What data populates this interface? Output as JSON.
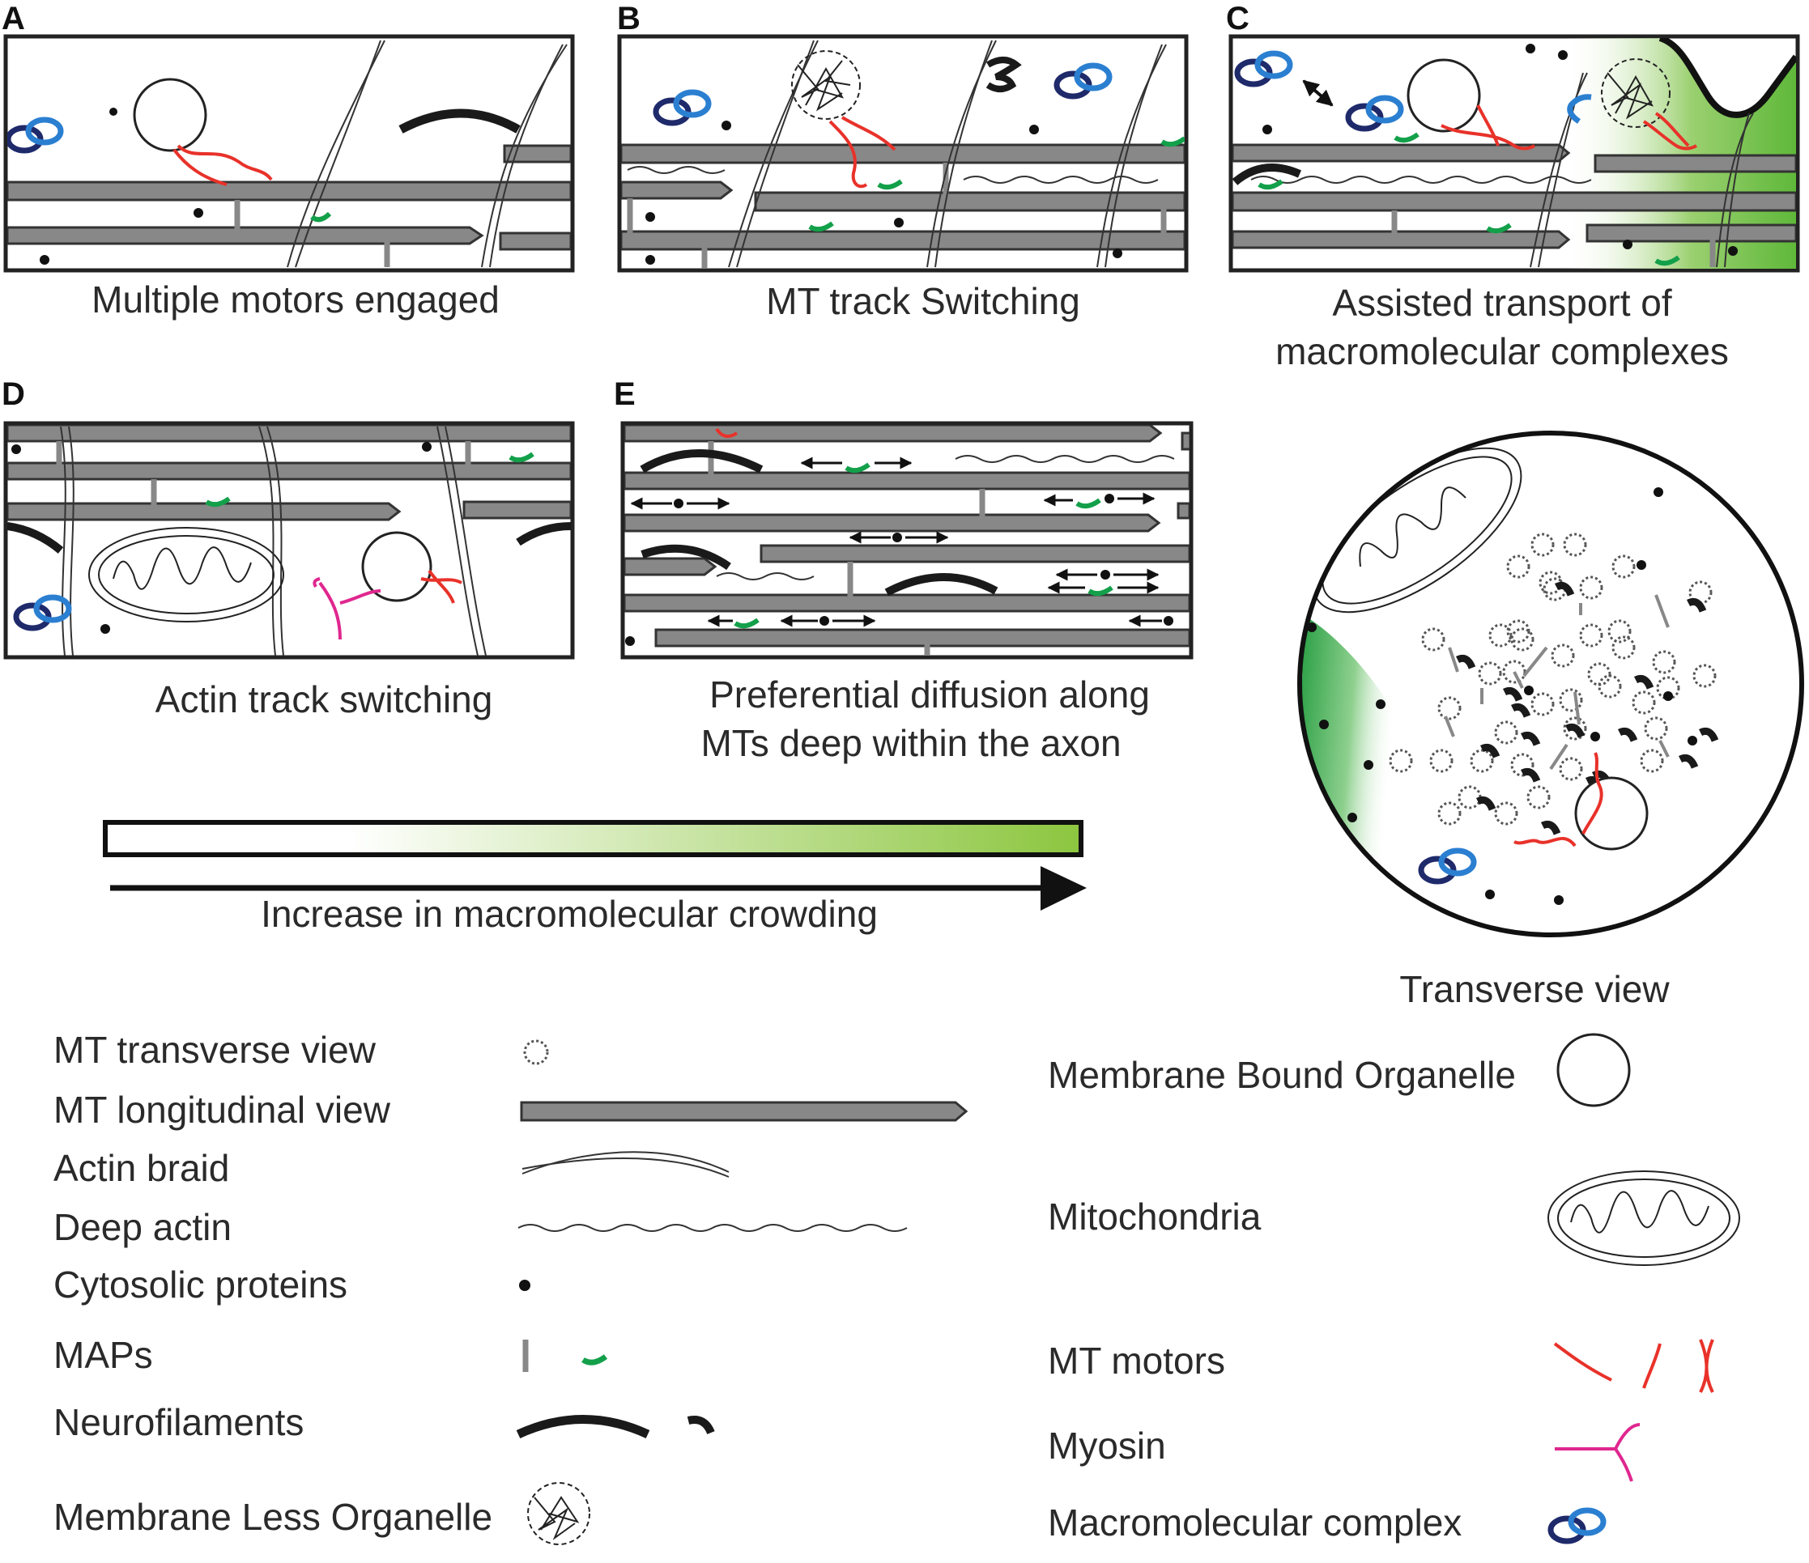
{
  "panels": [
    {
      "letter": "A",
      "caption": [
        "Multiple motors engaged"
      ]
    },
    {
      "letter": "B",
      "caption": [
        "MT track Switching"
      ]
    },
    {
      "letter": "C",
      "caption": [
        "Assisted transport of",
        "macromolecular complexes"
      ]
    },
    {
      "letter": "D",
      "caption": [
        "Actin track switching"
      ]
    },
    {
      "letter": "E",
      "caption": [
        "Preferential diffusion along",
        "MTs deep within the axon"
      ]
    }
  ],
  "gradient": {
    "label": "Increase in macromolecular crowding",
    "color_start": "#ffffff",
    "color_end": "#8cc63f"
  },
  "transverse_label": "Transverse view",
  "legend_left": [
    "MT transverse view",
    "MT longitudinal view",
    "Actin braid",
    "Deep actin",
    "Cytosolic proteins",
    "MAPs",
    "Neurofilaments",
    "Membrane Less Organelle"
  ],
  "legend_right": [
    "Membrane Bound Organelle",
    "Mitochondria",
    "MT motors",
    "Myosin",
    "Macromolecular complex"
  ],
  "colors": {
    "microtubule": "#888888",
    "motor": "#e8322a",
    "map_green": "#13a04a",
    "myosin": "#e0278f",
    "complex_dark": "#1f2a6b",
    "complex_light": "#2b7fd1",
    "crowding_green": "#1e9a3c"
  }
}
